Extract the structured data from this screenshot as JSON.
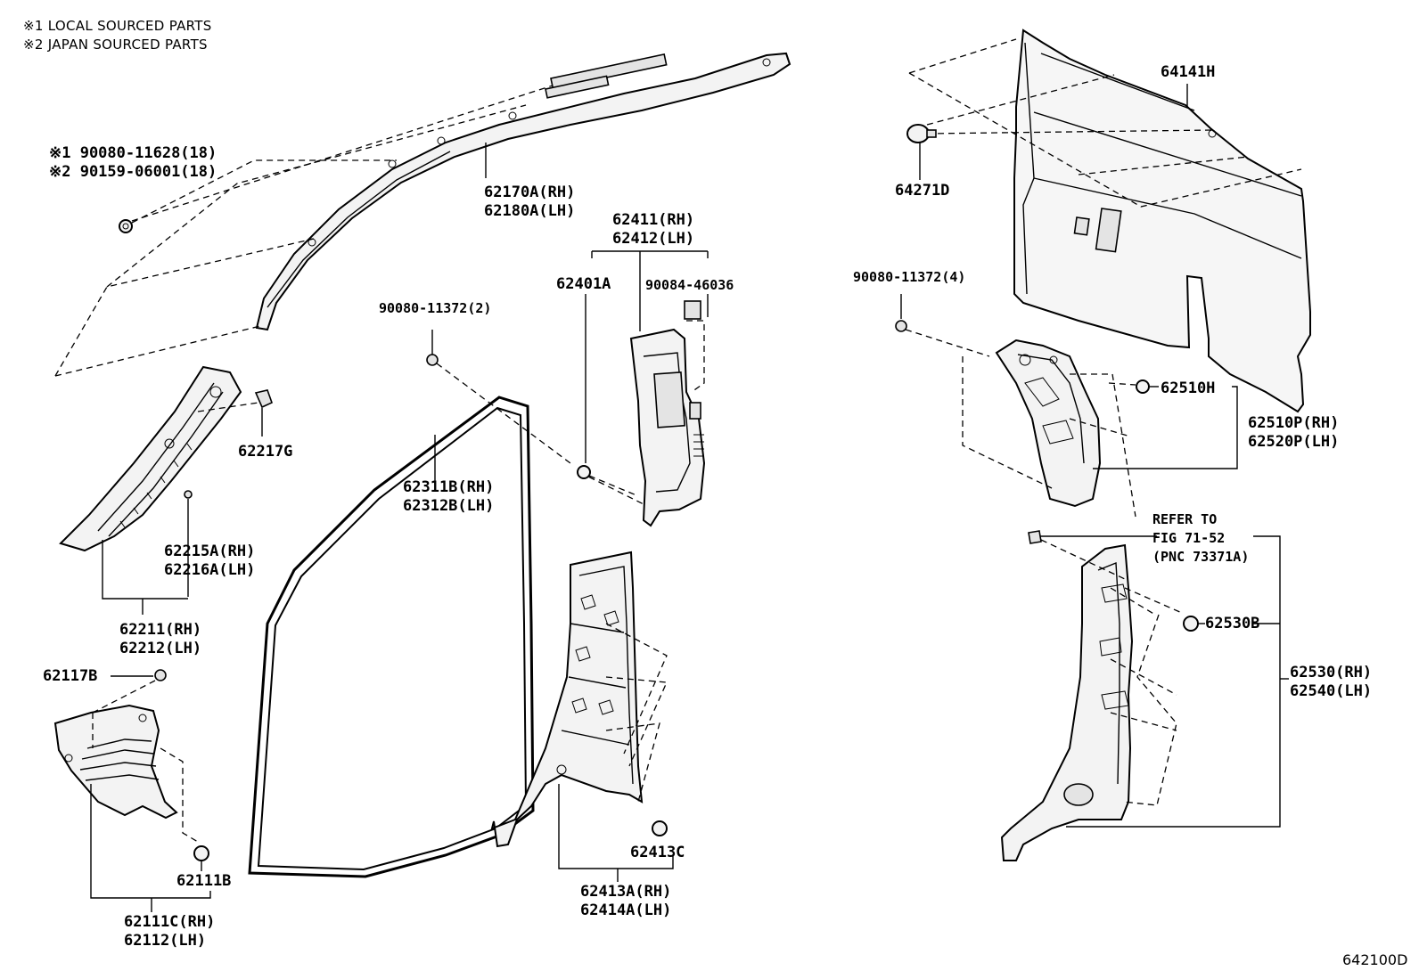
{
  "notes": {
    "local": "※1 LOCAL SOURCED PARTS",
    "japan": "※2 JAPAN SOURCED PARTS"
  },
  "labels": {
    "p_90080_11628": "※1 90080-11628(18)",
    "p_90159_06001": "※2 90159-06001(18)",
    "p_62170A": "62170A(RH)",
    "p_62180A": "62180A(LH)",
    "p_62217G": "62217G",
    "p_62215A": "62215A(RH)",
    "p_62216A": "62216A(LH)",
    "p_62211": "62211(RH)",
    "p_62212": "62212(LH)",
    "p_62117B": "62117B",
    "p_62111B": "62111B",
    "p_62111C": "62111C(RH)",
    "p_62112": "62112(LH)",
    "p_90080_11372_2": "90080-11372(2)",
    "p_62311B": "62311B(RH)",
    "p_62312B": "62312B(LH)",
    "p_62411": "62411(RH)",
    "p_62412": "62412(LH)",
    "p_62401A": "62401A",
    "p_90084_46036": "90084-46036",
    "p_62413C": "62413C",
    "p_62413A": "62413A(RH)",
    "p_62414A": "62414A(LH)",
    "p_64141H": "64141H",
    "p_64271D": "64271D",
    "p_90080_11372_4": "90080-11372(4)",
    "p_62510H": "62510H",
    "p_62510P": "62510P(RH)",
    "p_62520P": "62520P(LH)",
    "refer_1": "REFER TO",
    "refer_2": "FIG 71-52",
    "refer_3": "(PNC 73371A)",
    "p_62530B": "62530B",
    "p_62530": "62530(RH)",
    "p_62540": "62540(LH)"
  },
  "figure_code": "642100D"
}
